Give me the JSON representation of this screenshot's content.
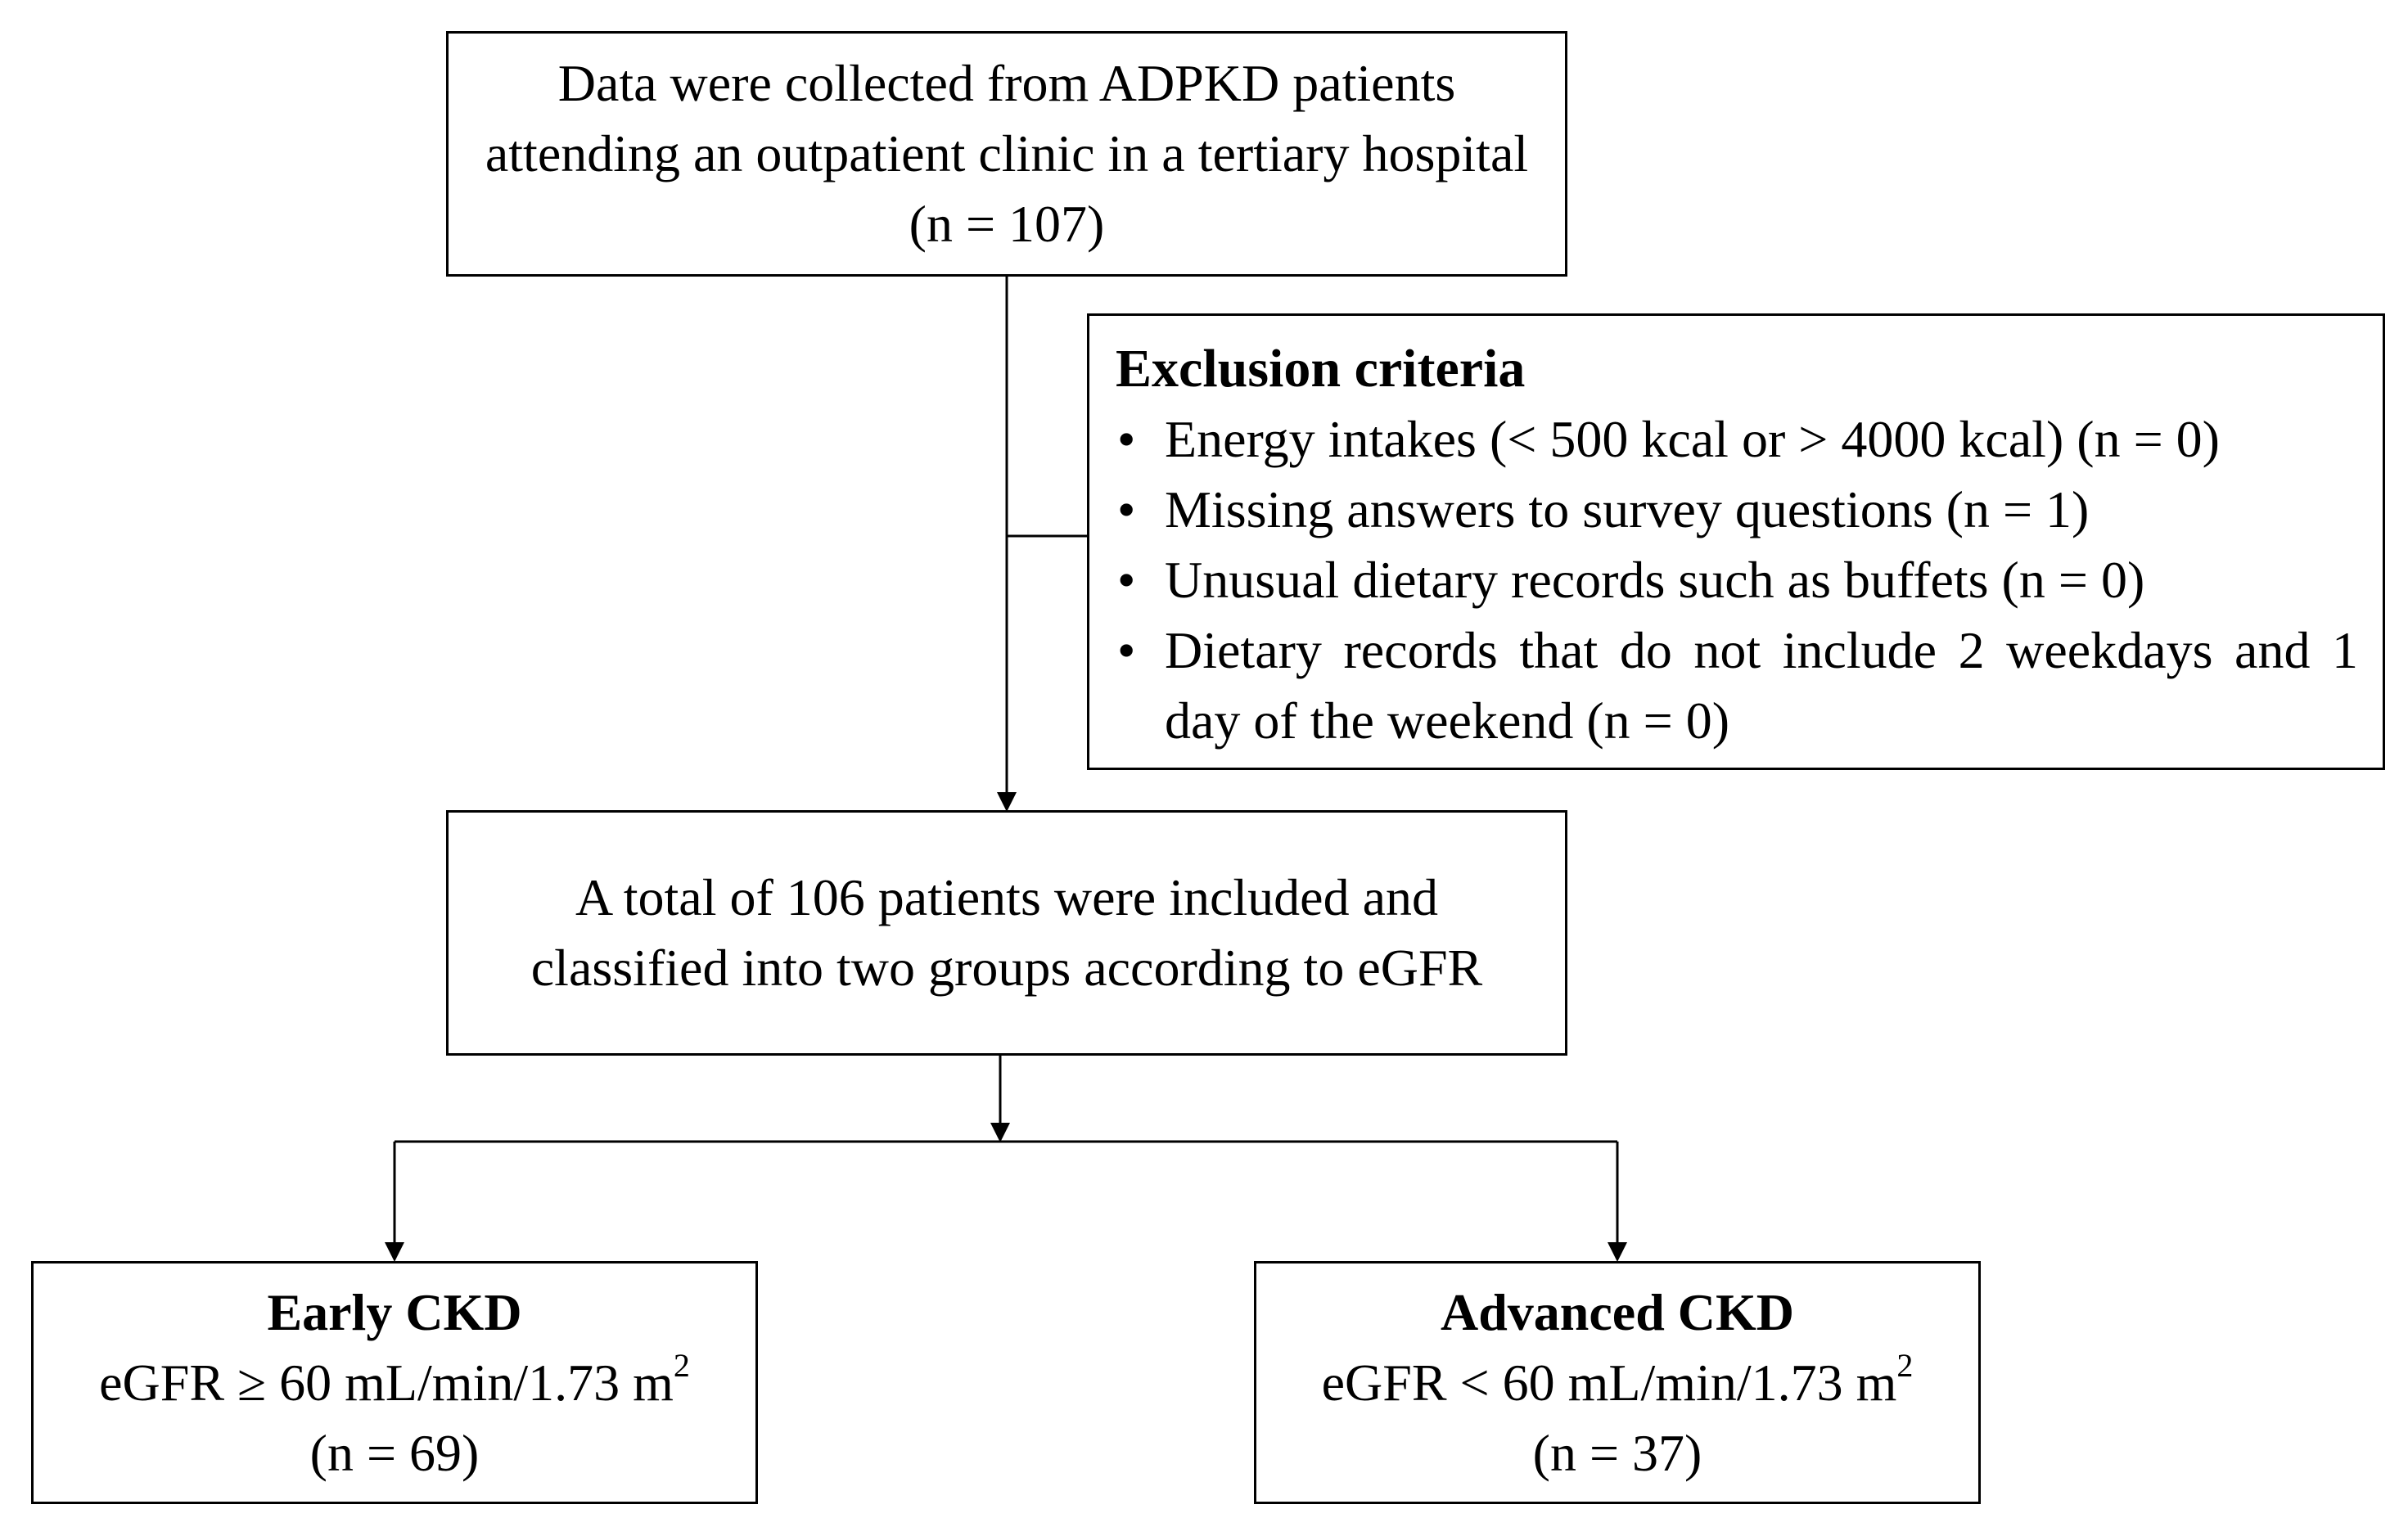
{
  "start": {
    "text": "Data were collected from ADPKD patients attending an outpatient clinic in a tertiary hospital (n = 107)"
  },
  "exclusion": {
    "title": "Exclusion criteria",
    "items": [
      "Energy intakes (< 500 kcal or > 4000 kcal) (n = 0)",
      "Missing answers to survey questions (n = 1)",
      "Unusual dietary records such as buffets (n = 0)",
      "Dietary records that do not include 2 weekdays and 1 day of the weekend (n = 0)"
    ]
  },
  "included": {
    "text": "A total of 106 patients were included and classified into two groups according to eGFR"
  },
  "groups": {
    "early": {
      "title": "Early CKD",
      "criterion": "eGFR ≥ 60 mL/min/1.73 m",
      "superscript": "2",
      "count": "(n = 69)"
    },
    "advanced": {
      "title": "Advanced CKD",
      "criterion": "eGFR < 60 mL/min/1.73 m",
      "superscript": "2",
      "count": "(n = 37)"
    }
  }
}
